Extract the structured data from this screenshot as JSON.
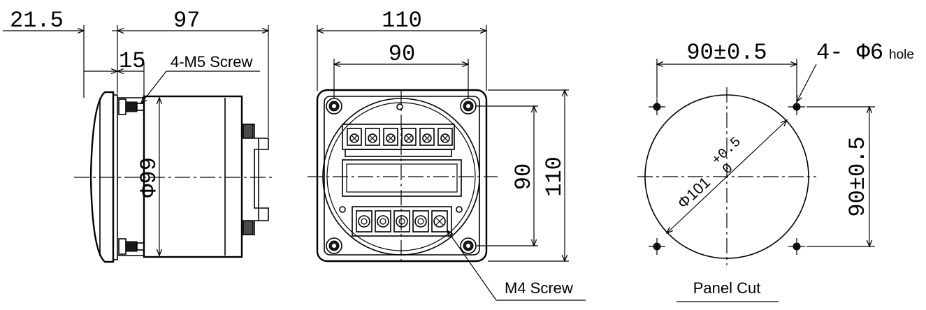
{
  "side_view": {
    "dim_front": "21.5",
    "dim_depth": "97",
    "dim_stud": "15",
    "screw_note": "4-M5 Screw",
    "dim_diameter": "Φ99"
  },
  "front_view": {
    "dim_width_outer": "110",
    "dim_width_inner": "90",
    "dim_height_inner": "90",
    "dim_height_outer": "110",
    "screw_note": "M4 Screw"
  },
  "panel_cut": {
    "dim_h_spacing": "90±0.5",
    "hole_prefix": "4- ",
    "hole_size": "Φ6",
    "hole_word": "hole",
    "dim_v_spacing": "90±0.5",
    "cut_diameter": "Φ101",
    "tol_upper": "+0.5",
    "tol_lower": "0",
    "caption": "Panel Cut"
  }
}
